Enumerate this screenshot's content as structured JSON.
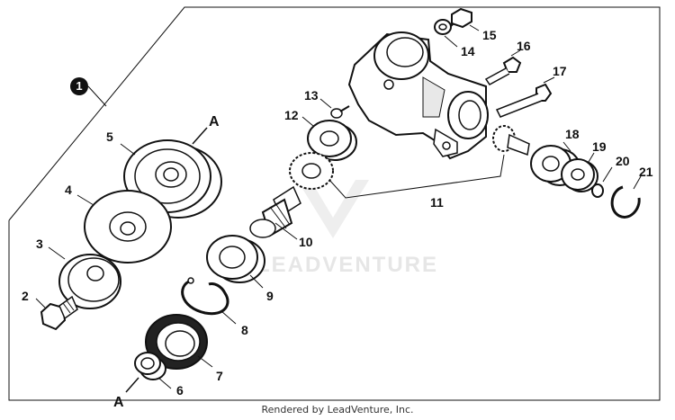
{
  "diagram": {
    "assembly_callout": "1",
    "callouts": [
      "2",
      "3",
      "4",
      "5",
      "6",
      "7",
      "8",
      "9",
      "10",
      "11",
      "12",
      "13",
      "14",
      "15",
      "16",
      "17",
      "18",
      "19",
      "20",
      "21"
    ],
    "reference_letters": [
      "A",
      "A"
    ],
    "watermark_text": "LEADVENTURE",
    "footer_text": "Rendered by LeadVenture, Inc.",
    "colors": {
      "line": "#111111",
      "part_fill": "#ffffff",
      "shade": "#cfcfcf",
      "watermark": "#e6e6e6"
    }
  }
}
